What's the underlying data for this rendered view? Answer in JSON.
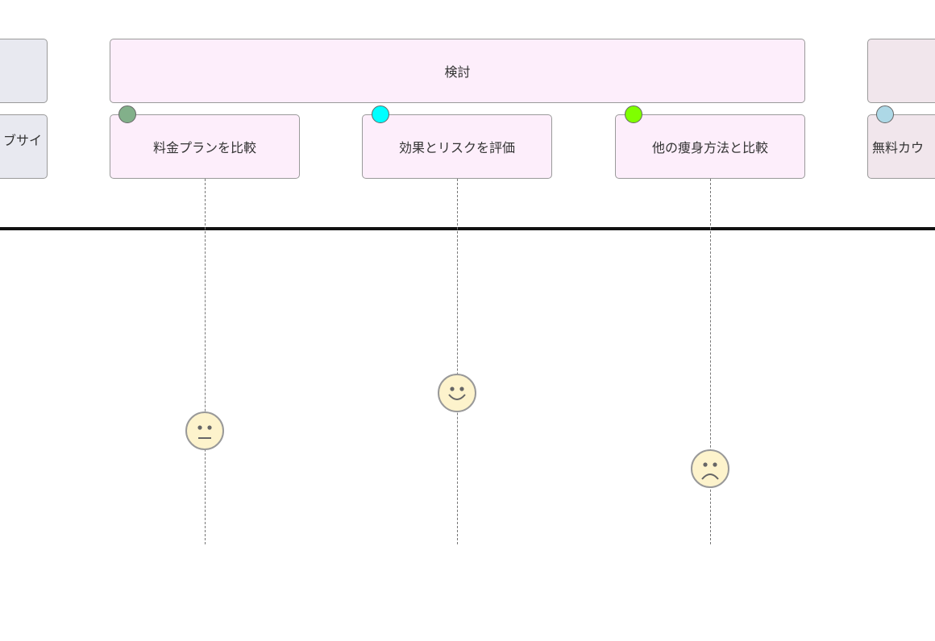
{
  "sections": [
    {
      "id": "left",
      "label": ""
    },
    {
      "id": "consider",
      "label": "検討"
    },
    {
      "id": "right",
      "label": ""
    }
  ],
  "tasks": [
    {
      "id": "website",
      "label": "ブサイ",
      "dot_color": null
    },
    {
      "id": "compare-plans",
      "label": "料金プランを比較",
      "dot_color": "#82b08a",
      "emotion": "neutral"
    },
    {
      "id": "evaluate-risk",
      "label": "効果とリスクを評価",
      "dot_color": "#00ffff",
      "emotion": "happy"
    },
    {
      "id": "other-methods",
      "label": "他の痩身方法と比較",
      "dot_color": "#7fff00",
      "emotion": "sad"
    },
    {
      "id": "free-counseling",
      "label": "無料カウ",
      "dot_color": "#add8e6"
    }
  ],
  "colors": {
    "section_pink": "#fdeefb",
    "section_gray": "#e8e9f0",
    "section_mauve": "#f1e6ec",
    "face_fill": "#fdf3cc",
    "timeline": "#111111"
  }
}
